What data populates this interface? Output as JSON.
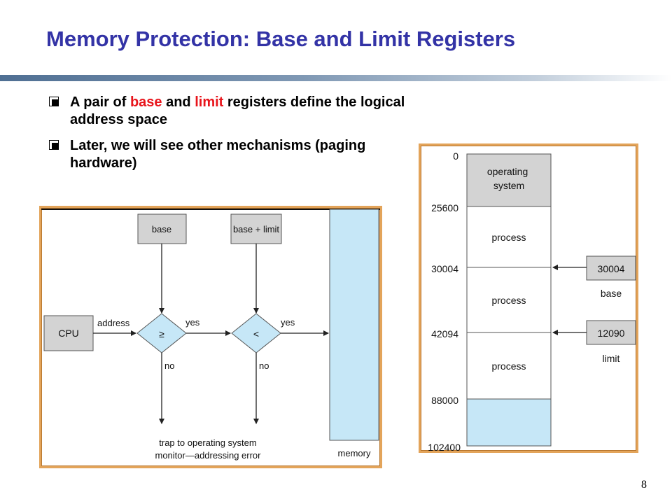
{
  "slide": {
    "title": "Memory Protection: Base and Limit Registers",
    "page_number": "8"
  },
  "bullets": [
    {
      "pre": "A pair of ",
      "kw1": "base",
      "mid": " and ",
      "kw2": "limit",
      "post": " registers define the logical address space"
    },
    {
      "text": "Later, we will see other mechanisms (paging hardware)"
    }
  ],
  "colors": {
    "title": "#3333a6",
    "keyword": "#e8151c",
    "frame": "#e3a45a",
    "box_fill": "#d3d3d3",
    "memory_fill": "#c6e7f7"
  },
  "hardware_diagram": {
    "cpu": "CPU",
    "base": "base",
    "base_plus_limit": "base + limit",
    "address": "address",
    "compare_ge": "≥",
    "compare_lt": "<",
    "yes1": "yes",
    "yes2": "yes",
    "no1": "no",
    "no2": "no",
    "trap_line1": "trap to operating system",
    "trap_line2": "monitor—addressing error",
    "memory": "memory"
  },
  "memory_layout": {
    "addresses": [
      "0",
      "25600",
      "30004",
      "42094",
      "88000",
      "102400"
    ],
    "segments": [
      "operating\nsystem",
      "process",
      "process",
      "process"
    ],
    "base_value": "30004",
    "base_label": "base",
    "limit_value": "12090",
    "limit_label": "limit"
  }
}
